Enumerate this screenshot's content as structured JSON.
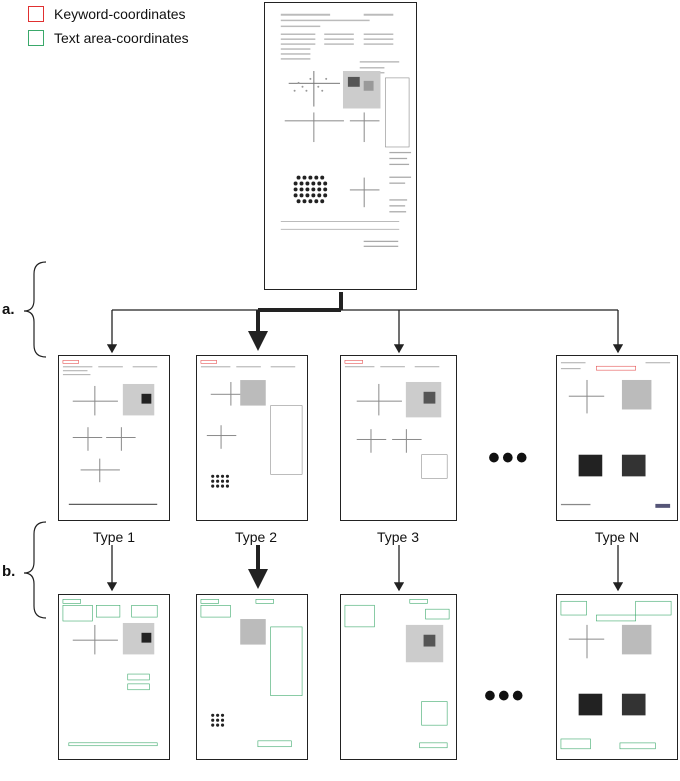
{
  "legend": {
    "items": [
      {
        "label": "Keyword-coordinates",
        "color": "#e03030"
      },
      {
        "label": "Text area-coordinates",
        "color": "#3aa86a"
      }
    ]
  },
  "stages": {
    "a": "a.",
    "b": "b."
  },
  "types": [
    "Type 1",
    "Type 2",
    "Type 3",
    "Type N"
  ],
  "ellipsis": "•••",
  "colors": {
    "keyword_box": "#e03030",
    "text_area_box": "#3aa86a",
    "ink": "#222222"
  }
}
